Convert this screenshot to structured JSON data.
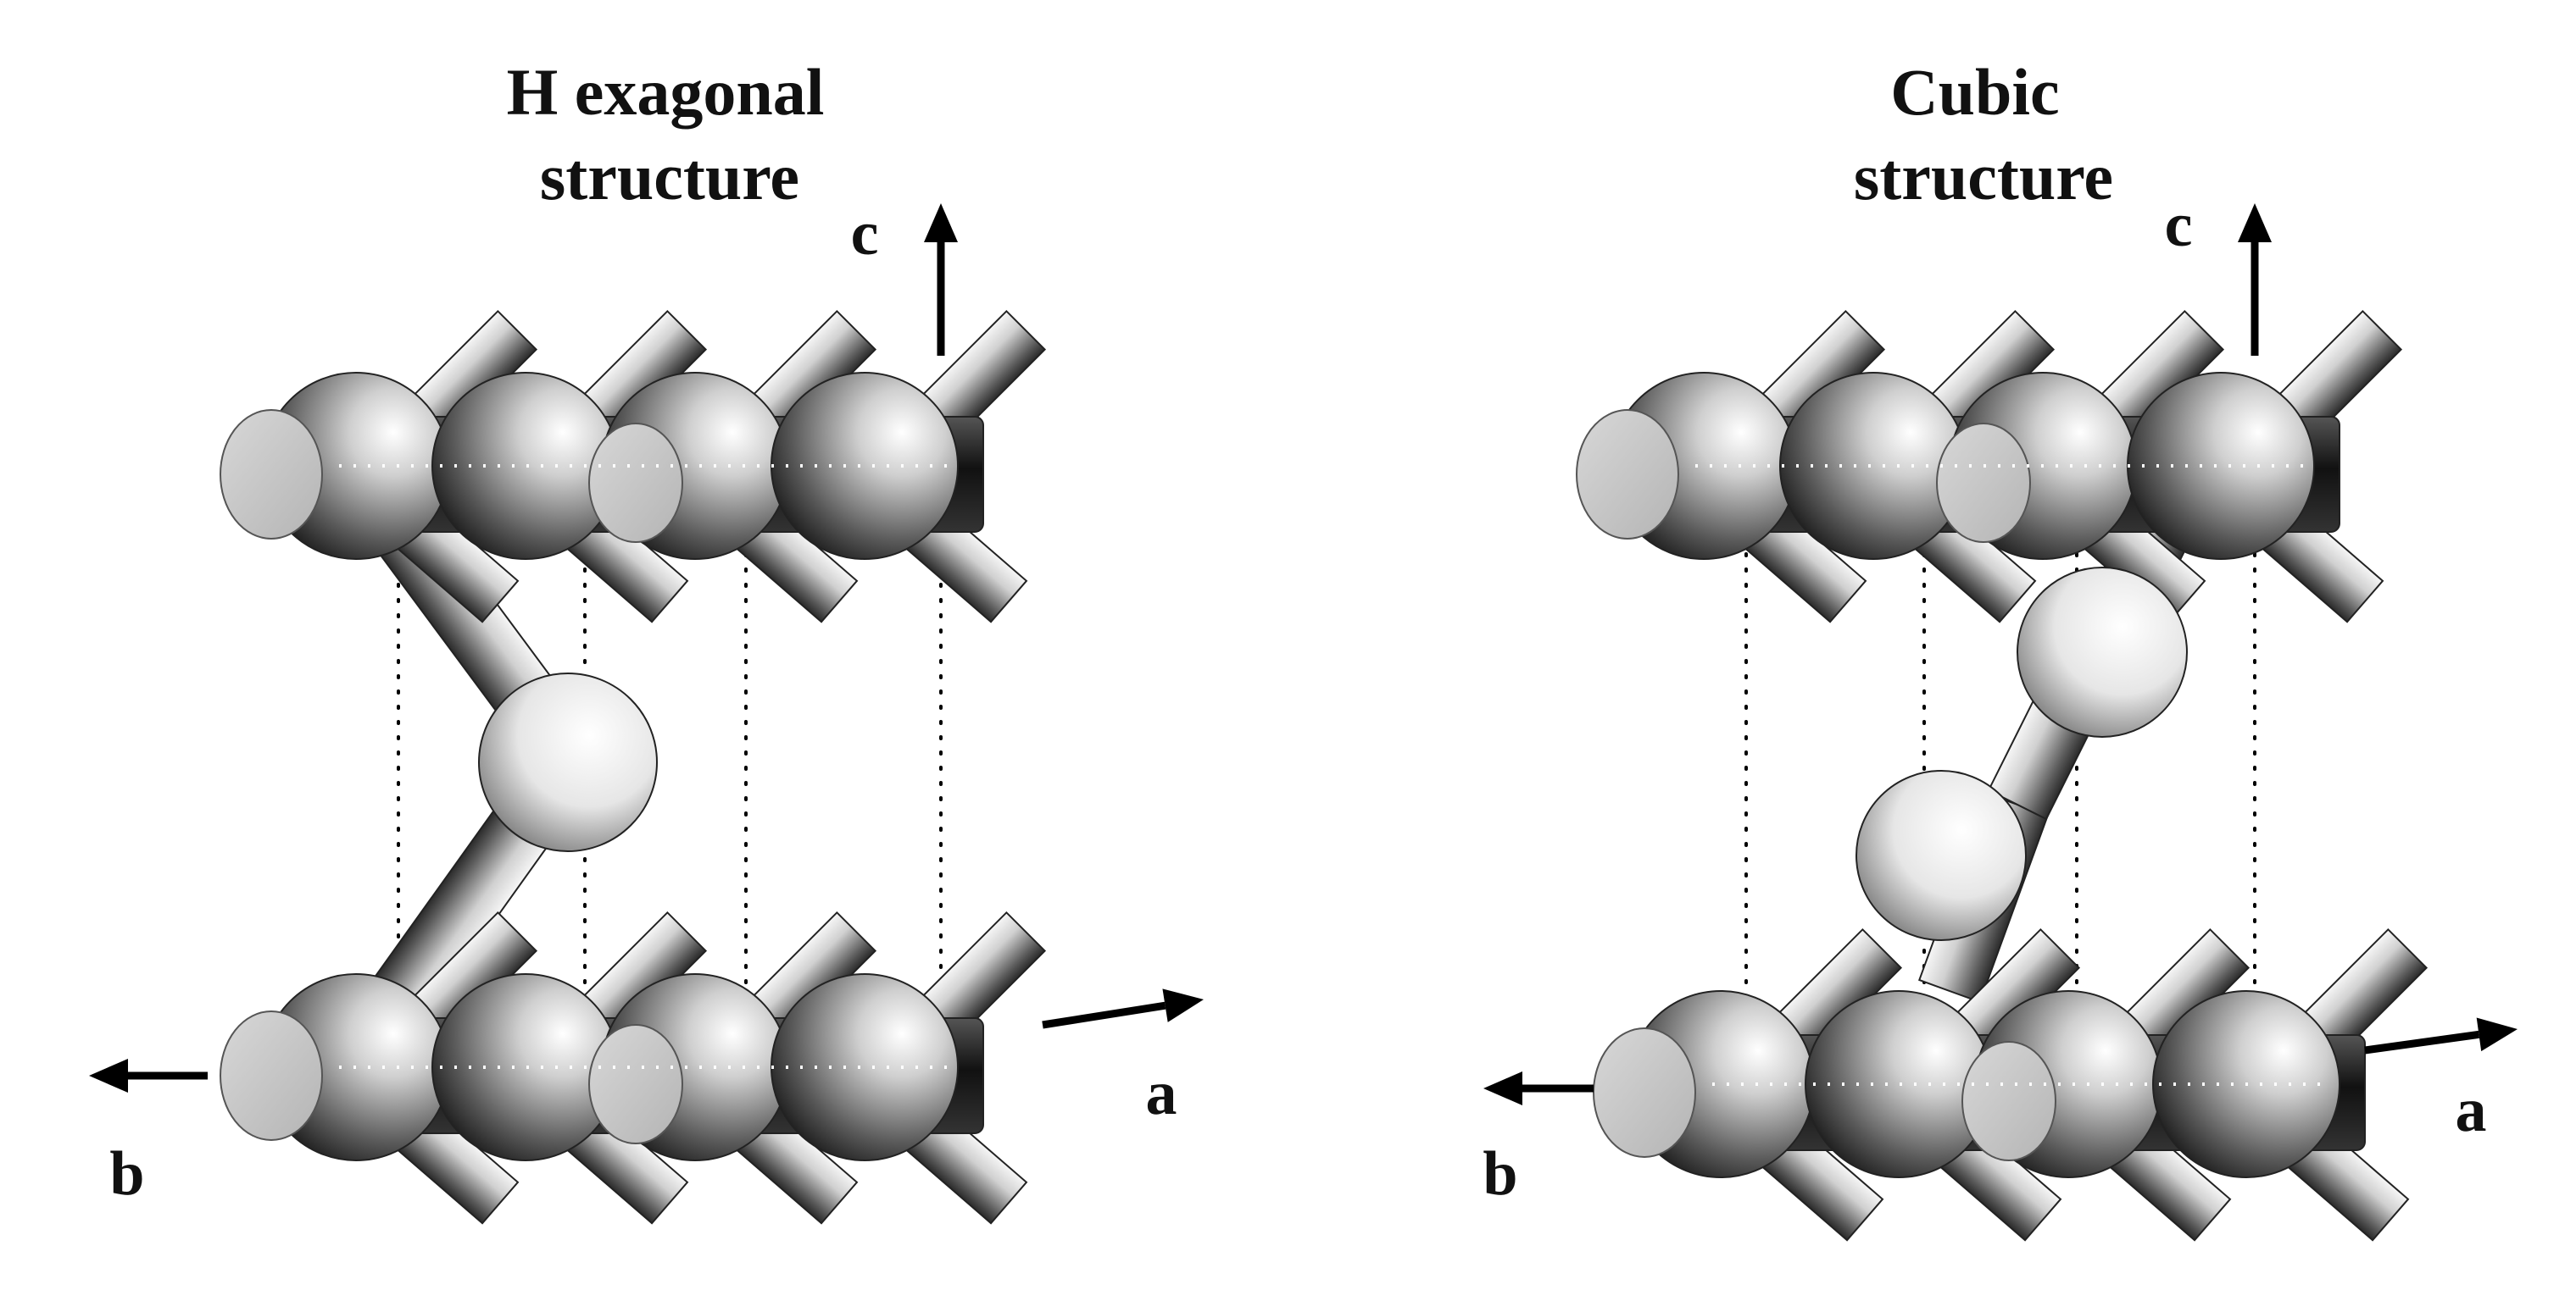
{
  "panels": [
    {
      "title_line1": "H exagonal",
      "title_line2": "structure",
      "axis_c": "c",
      "axis_a": "a",
      "axis_b": "b"
    },
    {
      "title_line1": "Cubic",
      "title_line2": "structure",
      "axis_c": "c",
      "axis_a": "a",
      "axis_b": "b"
    }
  ],
  "colors": {
    "atom_light": "#ffffff",
    "atom_dark": "#1e1e1e",
    "bond_light": "#f6f6f6",
    "bond_dark": "#2a2a2a",
    "axis": "#000000",
    "dotted_guide": "#000000"
  }
}
